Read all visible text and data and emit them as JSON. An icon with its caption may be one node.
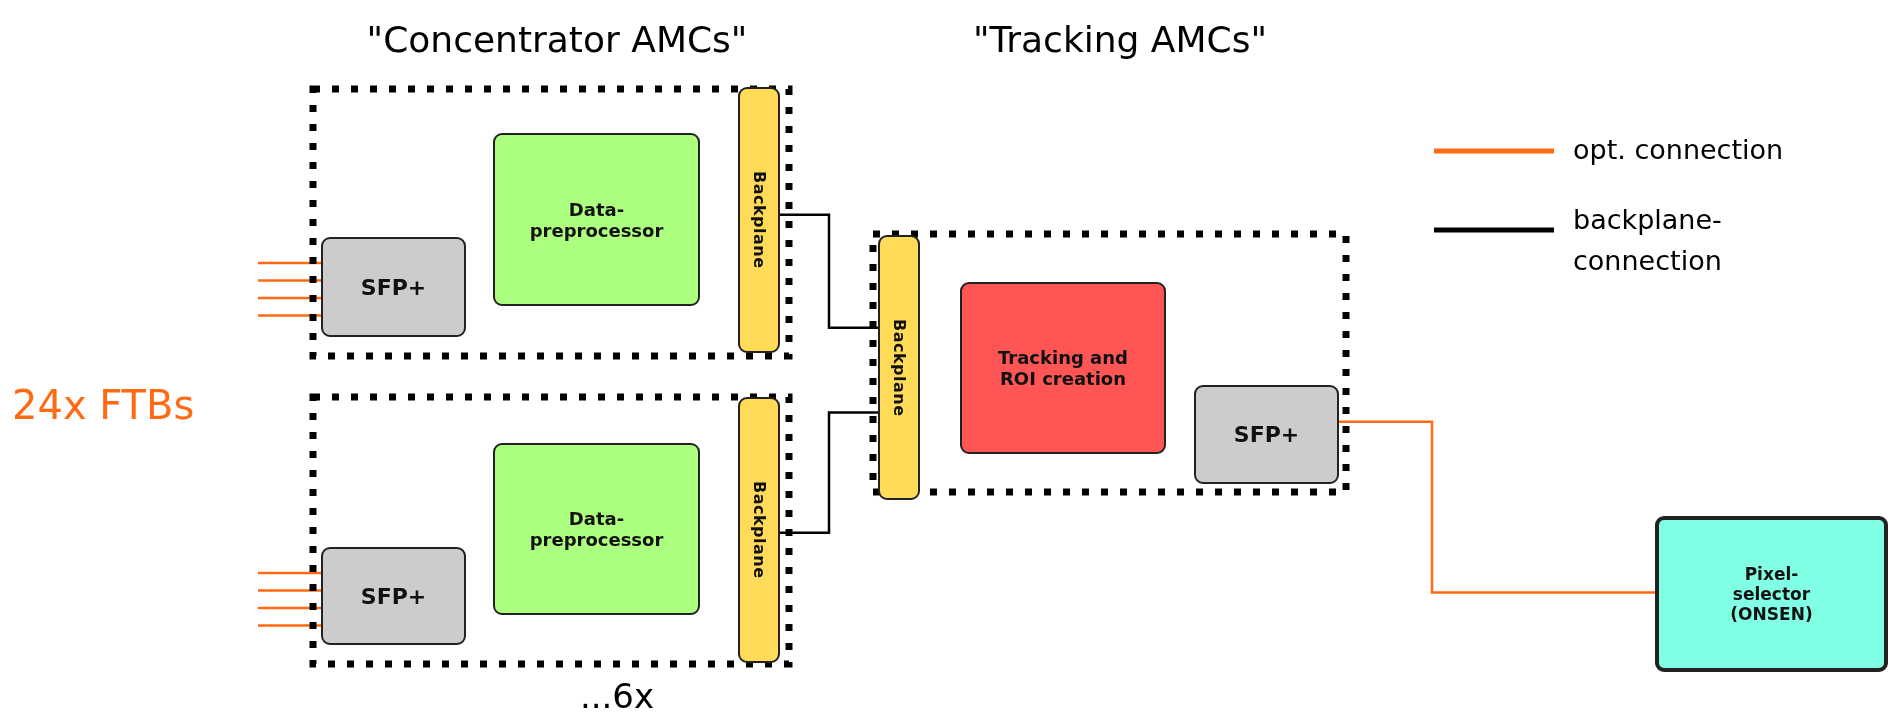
{
  "diagram": {
    "nodes": [
      {
        "text": [],
        "shape": "box"
      },
      {
        "text": [
          "SFP+"
        ],
        "in": 0
      },
      {
        "text": [
          "Data-preprocessor"
        ],
        "in": 0
      },
      {
        "text": [
          "Backplane"
        ],
        "in": 0
      },
      {
        "text": [],
        "shape": "box"
      },
      {
        "text": [
          "SFP+"
        ],
        "in": 4
      },
      {
        "text": [
          "Data-preprocessor"
        ],
        "in": 4
      },
      {
        "text": [
          "Backplane"
        ],
        "in": 4
      },
      {
        "text": [],
        "shape": "box"
      },
      {
        "text": [
          "Backplane"
        ],
        "in": 8
      },
      {
        "text": [
          "Tracking and ROI creation"
        ],
        "in": 8
      },
      {
        "text": [
          "SFP+"
        ],
        "in": 8
      },
      {
        "text": [
          "Pixel-selector (ONSEN)"
        ]
      }
    ],
    "edges": [
      {
        "from": null,
        "to": 1,
        "arrow": "none"
      },
      {
        "from": null,
        "to": 1,
        "arrow": "none"
      },
      {
        "from": null,
        "to": 1,
        "arrow": "none"
      },
      {
        "from": null,
        "to": 1,
        "arrow": "none"
      },
      {
        "from": null,
        "to": 5,
        "arrow": "none"
      },
      {
        "from": null,
        "to": 5,
        "arrow": "none"
      },
      {
        "from": null,
        "to": 5,
        "arrow": "none"
      },
      {
        "from": null,
        "to": 5,
        "arrow": "none"
      },
      {
        "from": 3,
        "to": 9,
        "arrow": "none",
        "color": "#000000"
      },
      {
        "from": 7,
        "to": 9,
        "arrow": "none",
        "color": "#000000"
      },
      {
        "from": 11,
        "to": 12,
        "arrow": "none"
      }
    ],
    "labels": [
      "\"Concentrator AMCs\"",
      "\"Tracking AMCs\"",
      "24x FTBs",
      "...6x"
    ],
    "legend": [
      {
        "text": "opt. connection"
      },
      {
        "text": "backplane-connection"
      }
    ]
  }
}
